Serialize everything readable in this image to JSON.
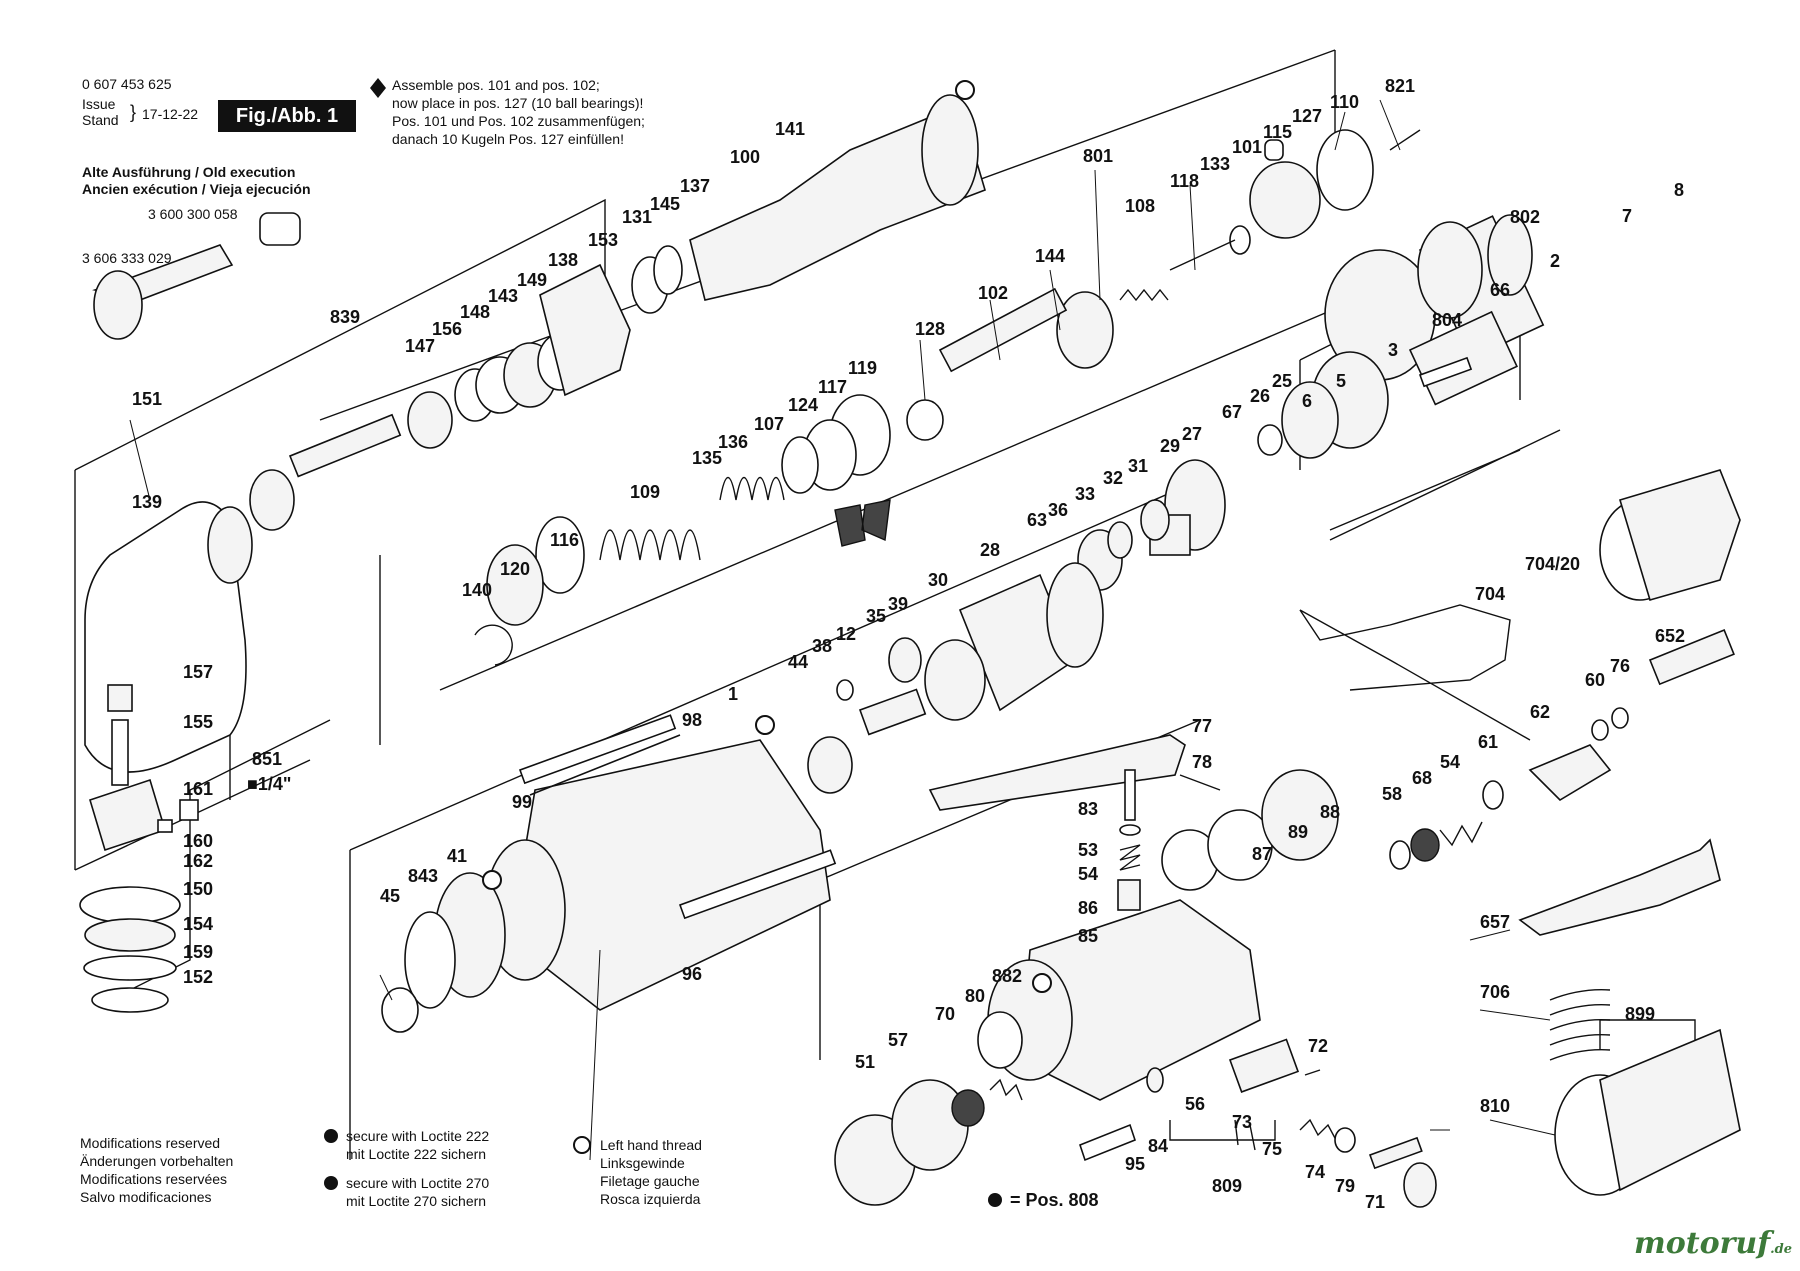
{
  "header": {
    "part_number": "0 607 453 625",
    "issue_label": "Issue\nStand",
    "issue_date": "17-12-22",
    "fig_label": "Fig./Abb. 1",
    "old_exec_lines": [
      "Alte Ausführung / Old execution",
      "Ancien exécution / Vieja ejecución"
    ],
    "old_part_1": "3 600 300 058",
    "old_part_2": "3 606 333 029"
  },
  "assembly_note": {
    "lines": [
      "Assemble pos. 101 and pos. 102;",
      "now place in pos. 127 (10 ball bearings)!",
      "Pos. 101 und Pos. 102 zusammenfügen;",
      "danach 10 Kugeln Pos. 127 einfüllen!"
    ]
  },
  "footer": {
    "modifications": [
      "Modifications reserved",
      "Änderungen vorbehalten",
      "Modifications reservées",
      "Salvo modificaciones"
    ],
    "loctite222": [
      "secure with Loctite 222",
      "mit Loctite 222 sichern"
    ],
    "loctite270": [
      "secure with Loctite 270",
      "mit Loctite 270 sichern"
    ],
    "left_thread": [
      "Left hand thread",
      "Linksgewinde",
      "Filetage gauche",
      "Rosca izquierda"
    ],
    "pos808": "= Pos. 808",
    "logo": "motoruf",
    "logo_tld": ".de",
    "square_label": "■1/4\""
  },
  "part_labels": [
    "821",
    "110",
    "127",
    "115",
    "101",
    "133",
    "118",
    "108",
    "801",
    "141",
    "100",
    "137",
    "145",
    "131",
    "153",
    "138",
    "149",
    "143",
    "148",
    "156",
    "147",
    "839",
    "151",
    "139",
    "157",
    "155",
    "851",
    "161",
    "160",
    "162",
    "150",
    "154",
    "159",
    "152",
    "144",
    "102",
    "128",
    "117",
    "119",
    "124",
    "107",
    "136",
    "135",
    "109",
    "116",
    "120",
    "140",
    "802",
    "7",
    "8",
    "2",
    "66",
    "804",
    "3",
    "5",
    "6",
    "25",
    "26",
    "67",
    "27",
    "29",
    "31",
    "32",
    "33",
    "36",
    "63",
    "28",
    "30",
    "39",
    "35",
    "12",
    "38",
    "44",
    "98",
    "1",
    "99",
    "41",
    "843",
    "45",
    "96",
    "77",
    "78",
    "83",
    "53",
    "54",
    "86",
    "85",
    "704",
    "704/20",
    "652",
    "76",
    "60",
    "62",
    "61",
    "54",
    "68",
    "58",
    "88",
    "89",
    "87",
    "882",
    "80",
    "70",
    "57",
    "51",
    "95",
    "84",
    "56",
    "73",
    "75",
    "72",
    "74",
    "79",
    "71",
    "809",
    "657",
    "706",
    "899",
    "810"
  ]
}
